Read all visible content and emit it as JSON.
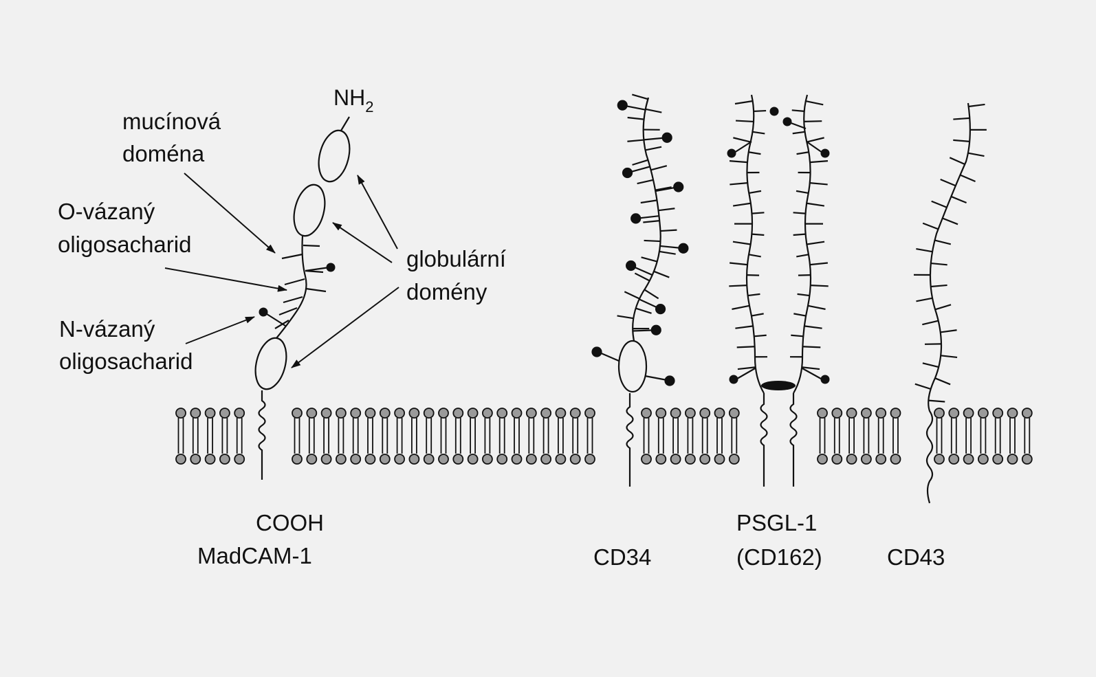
{
  "labels": {
    "mucin_domain": [
      "mucínová",
      "doména"
    ],
    "o_linked": [
      "O-vázaný",
      "oligosacharid"
    ],
    "n_linked": [
      "N-vázaný",
      "oligosacharid"
    ],
    "globular": [
      "globulární",
      "domény"
    ],
    "nh2_main": "NH",
    "nh2_sub": "2",
    "cooh": "COOH"
  },
  "molecules": [
    {
      "id": "madcam1",
      "name": "MadCAM-1"
    },
    {
      "id": "cd34",
      "name": "CD34"
    },
    {
      "id": "psgl1",
      "name": [
        "PSGL-1",
        "(CD162)"
      ]
    },
    {
      "id": "cd43",
      "name": "CD43"
    }
  ],
  "colors": {
    "ink": "#111111",
    "background": "#f1f1f1",
    "lipid_head": "#9a9a9a"
  }
}
